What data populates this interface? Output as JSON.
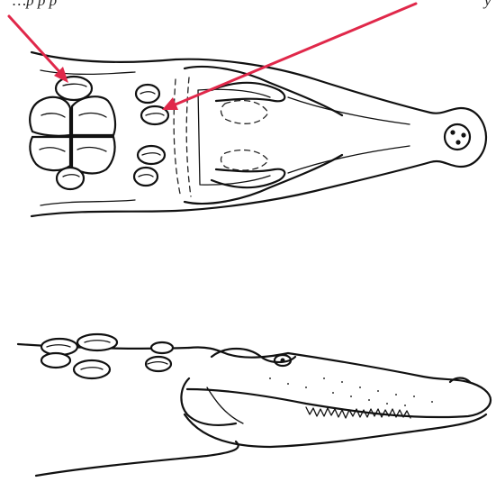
{
  "caption": {
    "left_fragment": "…p p p",
    "right_fragment": "y"
  },
  "colors": {
    "arrow": "#e0284a",
    "ink": "#111111",
    "background": "#ffffff"
  },
  "figure": {
    "views": [
      "dorsal-head-view",
      "lateral-head-view"
    ],
    "arrows": 2
  }
}
